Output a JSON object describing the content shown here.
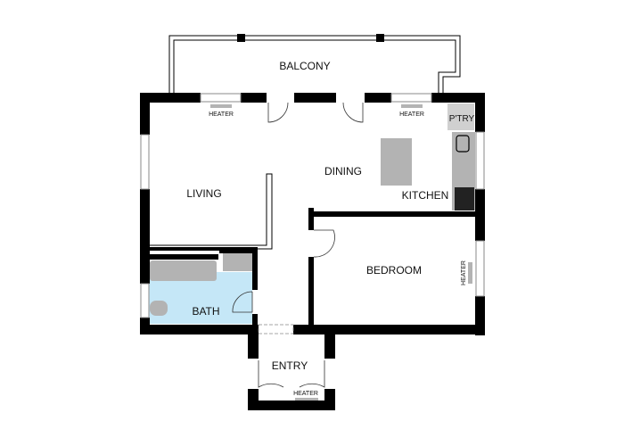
{
  "plan": {
    "rooms": {
      "balcony": "BALCONY",
      "living": "LIVING",
      "dining": "DINING",
      "kitchen": "KITCHEN",
      "pantry": "P'TRY",
      "bedroom": "BEDROOM",
      "bath": "BATH",
      "entry": "ENTRY"
    },
    "fixtures": {
      "heater_living": "HEATER",
      "heater_dining": "HEATER",
      "heater_bedroom": "HEATER",
      "heater_entry": "HEATER"
    },
    "colors": {
      "wall": "#000000",
      "bath_floor": "#c5e7f7",
      "fixture": "#b3b3b3",
      "pantry": "#d0d0d0"
    }
  }
}
